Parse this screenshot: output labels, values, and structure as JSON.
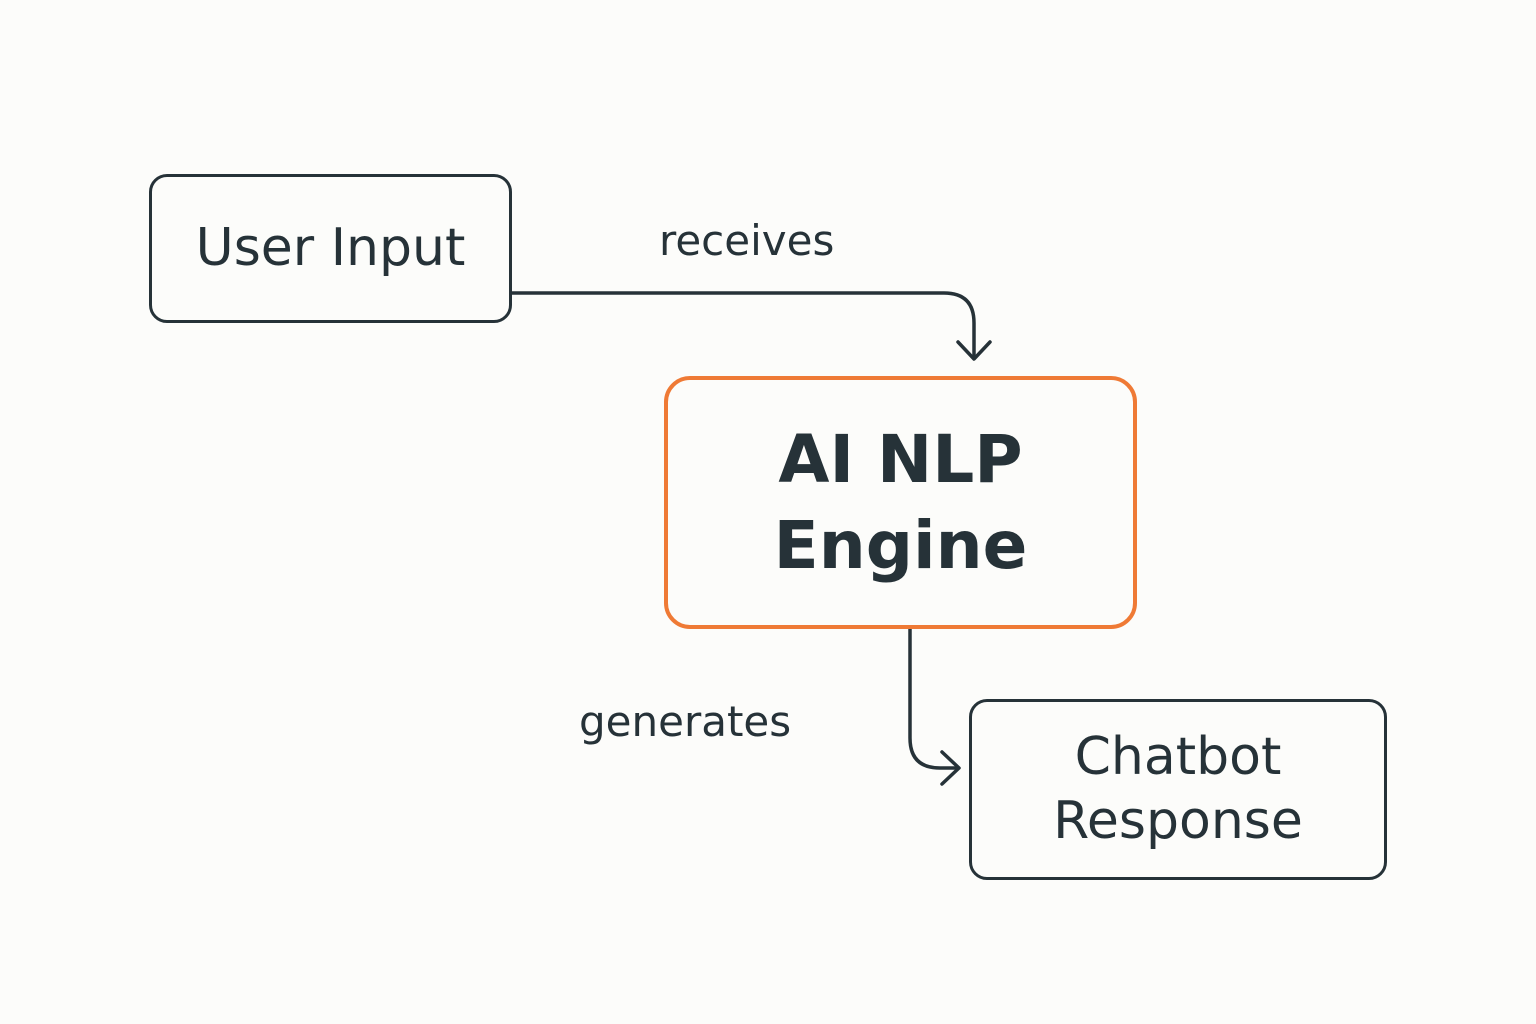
{
  "nodes": {
    "user_input": {
      "label": "User Input"
    },
    "engine": {
      "line1": "AI NLP",
      "line2": "Engine"
    },
    "response": {
      "line1": "Chatbot",
      "line2": "Response"
    }
  },
  "edges": {
    "receives": {
      "label": "receives",
      "from": "User Input",
      "to": "AI NLP Engine"
    },
    "generates": {
      "label": "generates",
      "from": "AI NLP Engine",
      "to": "Chatbot Response"
    }
  },
  "colors": {
    "stroke": "#263238",
    "accent": "#ef7a35",
    "background": "#fcfcfa"
  }
}
